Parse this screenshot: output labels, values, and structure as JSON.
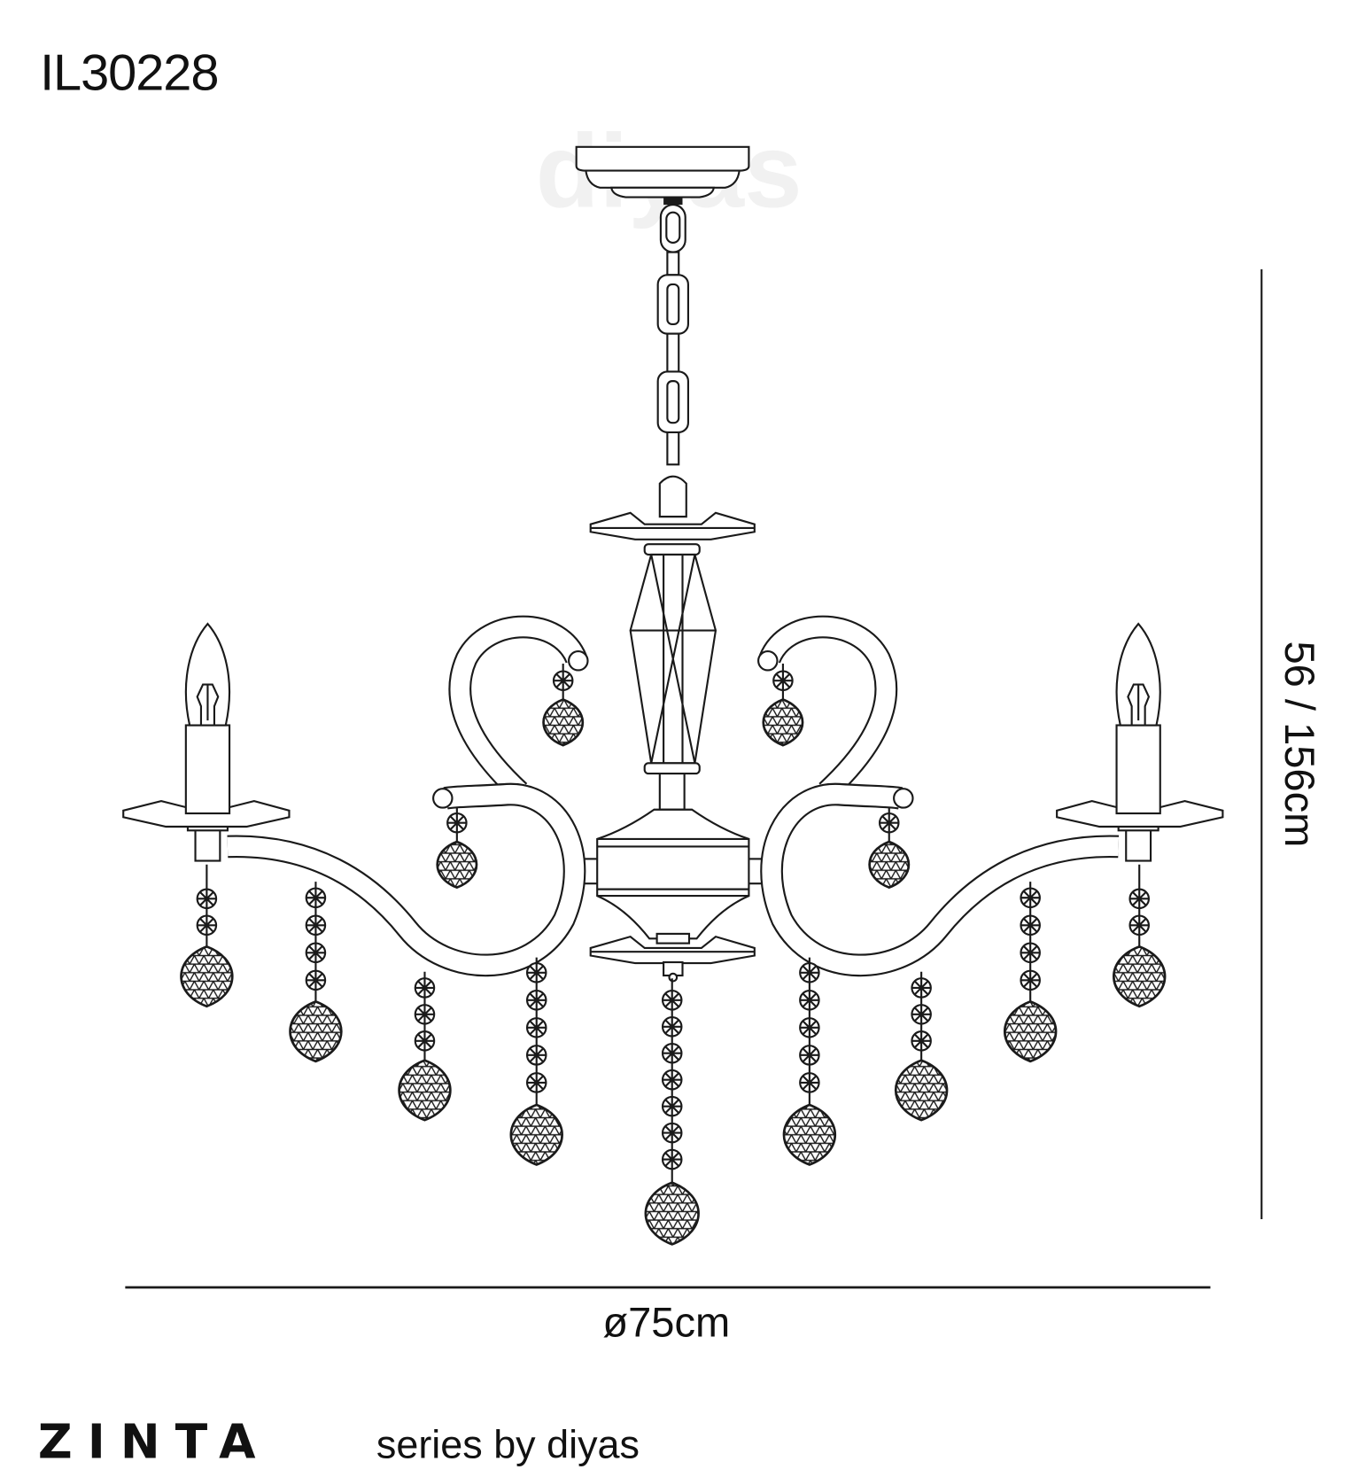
{
  "product_code": "IL30228",
  "watermark": "diyas",
  "dimensions": {
    "height": "56 / 156cm",
    "diameter": "ø75cm"
  },
  "footer": {
    "series_name": "ZINTA",
    "tagline": "series by diyas"
  },
  "colors": {
    "line": "#1a1a1a",
    "background": "#ffffff",
    "watermark": "#f1f1f1"
  }
}
